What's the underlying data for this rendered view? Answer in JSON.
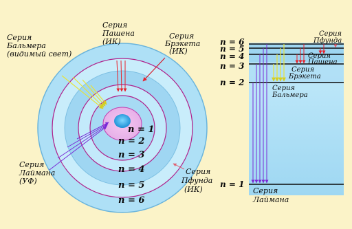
{
  "atom": {
    "levels": [
      "n = 1",
      "n = 2",
      "n = 3",
      "n = 4",
      "n = 5",
      "n = 6"
    ],
    "series": {
      "paschen": [
        "Серия",
        "Пашена",
        "(ИК)"
      ],
      "brackett": [
        "Серия",
        "Брэкета",
        "(ИК)"
      ],
      "balmer": [
        "Серия",
        "Бальмера",
        "(видимый свет)"
      ],
      "lyman": [
        "Серия",
        "Лаймана",
        "(УФ)"
      ],
      "pfund": [
        "Серия",
        "Пфунда",
        "(ИК)"
      ]
    }
  },
  "energy": {
    "levels": [
      "n = 6",
      "n = 5",
      "n = 4",
      "n = 3",
      "n = 2",
      "n = 1"
    ],
    "series": {
      "pfund": [
        "Серия",
        "Пфунда"
      ],
      "paschen": [
        "Серия",
        "Пашена"
      ],
      "brackett": [
        "Серия",
        "Брэкета"
      ],
      "balmer": [
        "Серия",
        "Бальмера"
      ],
      "lyman": [
        "Серия",
        "Лаймана"
      ]
    }
  },
  "colors": {
    "background": "#fbf3c8",
    "ring_light": "#b8e4f6",
    "ring_mid": "#8fd0f0",
    "orbit": "#b0208a",
    "lyman": "#7a2bd6",
    "balmer": "#e8e23a",
    "paschen": "#e8202a",
    "brackett": "#d81a28",
    "pfund": "#e06070"
  }
}
